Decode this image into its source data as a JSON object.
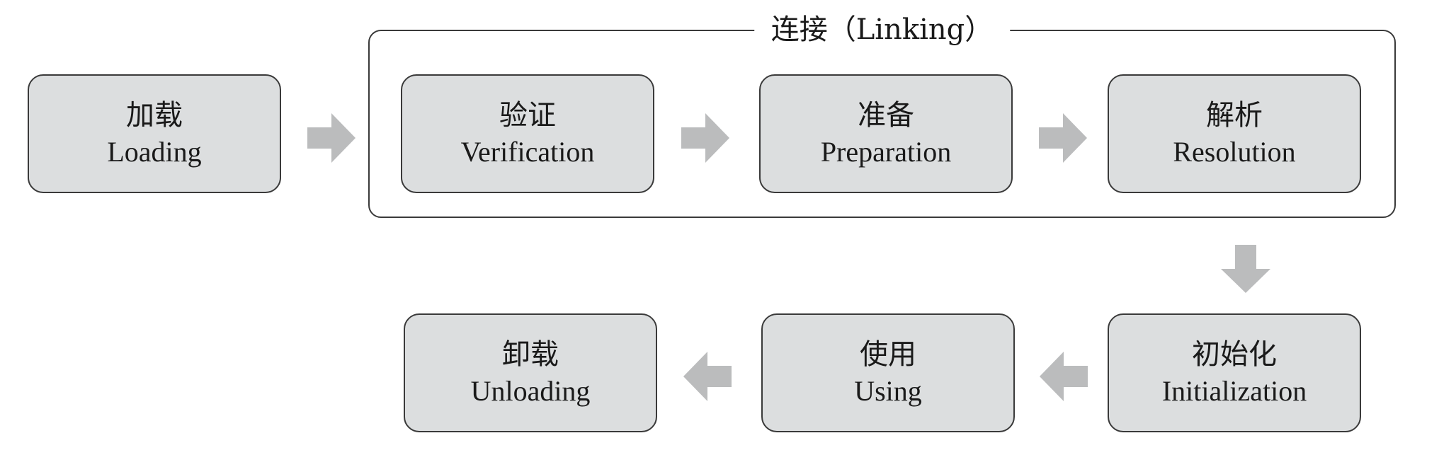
{
  "group": {
    "title": "连接（Linking）"
  },
  "stages": {
    "loading": {
      "zh": "加载",
      "en": "Loading"
    },
    "verification": {
      "zh": "验证",
      "en": "Verification"
    },
    "preparation": {
      "zh": "准备",
      "en": "Preparation"
    },
    "resolution": {
      "zh": "解析",
      "en": "Resolution"
    },
    "initialization": {
      "zh": "初始化",
      "en": "Initialization"
    },
    "using": {
      "zh": "使用",
      "en": "Using"
    },
    "unloading": {
      "zh": "卸载",
      "en": "Unloading"
    }
  },
  "colors": {
    "box_fill": "#dcdedf",
    "arrow": "#bbbcbd",
    "border": "#3a3a3a"
  }
}
